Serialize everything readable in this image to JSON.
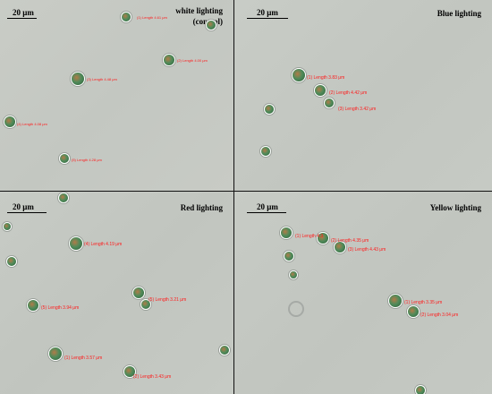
{
  "scale_bar_label": "20 μm",
  "colors": {
    "background": "#c7cbc5",
    "divider": "#111111",
    "measurement_text": "#ff1a1a",
    "cell_ring": "#ffffff",
    "cell_core": "#4f8b5a",
    "cell_pigment": "#b27b48"
  },
  "panels": [
    {
      "id": "white",
      "title_line1": "white lighting",
      "title_line2": "(control)",
      "labels": [
        "(1) Length 4.61 μm",
        "(2) Length 4.00 μm",
        "(3) Length 4.48 μm",
        "(4) Length 4.08 μm",
        "(5) Length 4.28 μm"
      ]
    },
    {
      "id": "blue",
      "title_line1": "Blue lighting",
      "labels": [
        "(1) Length 3.83 μm",
        "(2) Length 4.42 μm",
        "(3) Length 3.42 μm"
      ]
    },
    {
      "id": "red",
      "title_line1": "Red lighting",
      "labels": [
        "(4) Length 4.19 μm",
        "(5) Length 3.94 μm",
        "(5) Length 3.21 μm",
        "(1) Length 3.57 μm",
        "(2) Length 3.43 μm"
      ]
    },
    {
      "id": "yellow",
      "title_line1": "Yellow lighting",
      "labels": [
        "(1) Length 4.3",
        "(2) Length 4.35 μm",
        "(3) Length 4.43 μm",
        "(1) Length 3.35 μm",
        "(2) Length 3.04 μm"
      ]
    }
  ]
}
